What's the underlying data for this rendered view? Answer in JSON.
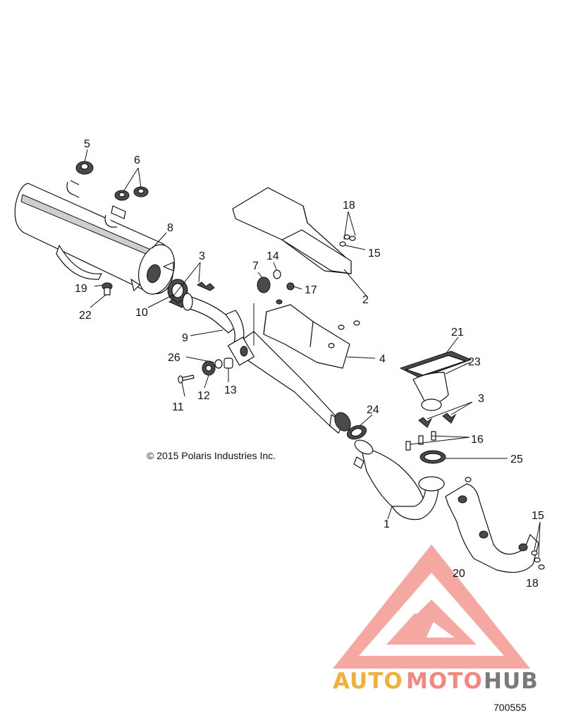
{
  "copyright": "© 2015 Polaris Industries Inc.",
  "document_id": "700555",
  "callouts": {
    "c1": "1",
    "c2": "2",
    "c3a": "3",
    "c3b": "3",
    "c4": "4",
    "c5": "5",
    "c6": "6",
    "c7": "7",
    "c8": "8",
    "c9": "9",
    "c10": "10",
    "c11": "11",
    "c12": "12",
    "c13": "13",
    "c14": "14",
    "c15a": "15",
    "c15b": "15",
    "c16": "16",
    "c17": "17",
    "c18a": "18",
    "c18b": "18",
    "c19": "19",
    "c20": "20",
    "c21": "21",
    "c22": "22",
    "c23": "23",
    "c24": "24",
    "c25": "25",
    "c26": "26"
  },
  "watermark": {
    "part1": "AUTO",
    "part2": "MOTO",
    "part3": "HUB",
    "color1": "#f0b040",
    "color2": "#f08a80",
    "color3": "#7a7a7a"
  }
}
